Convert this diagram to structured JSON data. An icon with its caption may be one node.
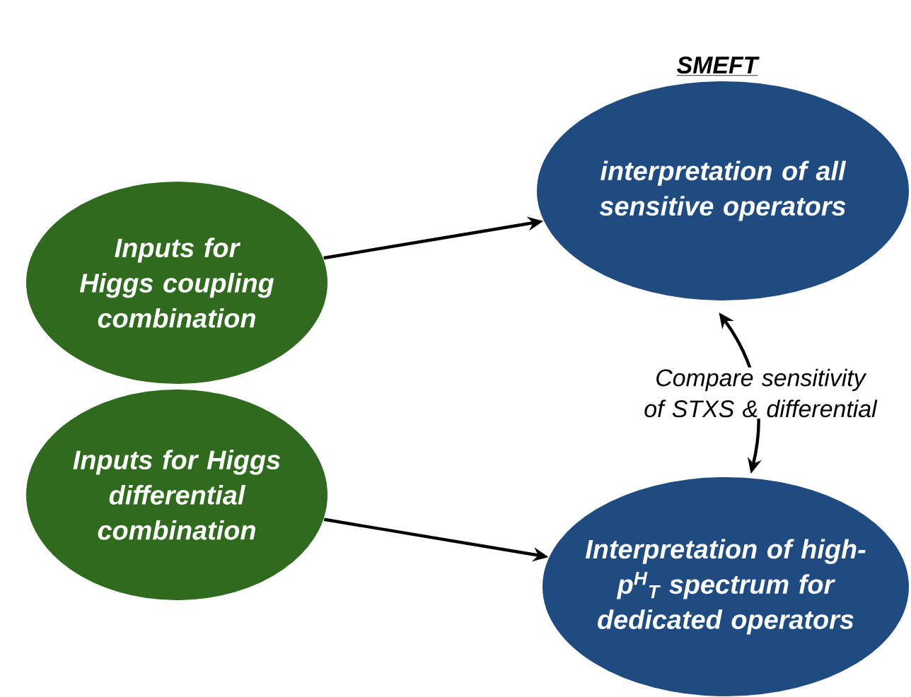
{
  "diagram": {
    "title": "SMEFT",
    "nodes": [
      {
        "text": [
          "interpretation of all sensitive operators"
        ]
      },
      {
        "text": [
          "Inputs for Higgs coupling combination"
        ]
      },
      {
        "text": [
          "Inputs for Higgs differential combination"
        ]
      },
      {
        "text": [
          "Interpretation of high-*p*$^{H}$$_{T}$ spectrum for dedicated operators"
        ]
      }
    ],
    "edges": [
      {
        "from": 1,
        "to": 0,
        "arrow": "to"
      },
      {
        "from": 2,
        "to": 3,
        "arrow": "to"
      },
      {
        "from": 0,
        "to": 3,
        "arrow": "both",
        "label": "Compare sensitivity of STXS & differential"
      }
    ]
  }
}
